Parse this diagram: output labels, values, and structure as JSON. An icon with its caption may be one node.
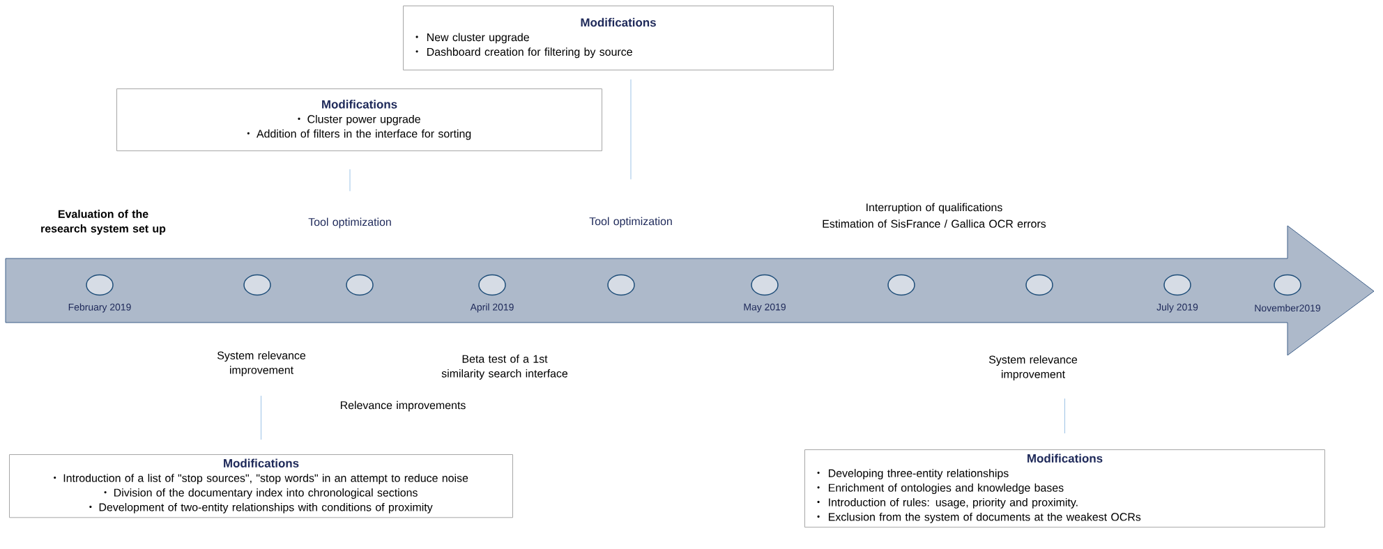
{
  "diagram": {
    "nodes": [
      {
        "text": [
          "Modifications",
          "New cluster upgrade",
          "Dashboard creation for filtering by source"
        ]
      },
      {
        "text": [
          "Modifications",
          "Cluster power upgrade",
          "Addition of filters in the interface for sorting"
        ]
      },
      {
        "text": [
          "Tool optimization"
        ]
      },
      {
        "text": [
          "Tool optimization"
        ]
      },
      {
        "text": [],
        "shape": "circle",
        "beside": [
          "February 2019"
        ]
      },
      {
        "text": [],
        "shape": "circle"
      },
      {
        "text": [],
        "shape": "circle"
      },
      {
        "text": [],
        "shape": "circle",
        "beside": [
          "April 2019"
        ]
      },
      {
        "text": [],
        "shape": "circle"
      },
      {
        "text": [],
        "shape": "circle",
        "beside": [
          "May 2019"
        ]
      },
      {
        "text": [],
        "shape": "circle"
      },
      {
        "text": [],
        "shape": "circle"
      },
      {
        "text": [],
        "shape": "circle",
        "beside": [
          "July 2019"
        ]
      },
      {
        "text": [],
        "shape": "circle",
        "beside": [
          "November2019"
        ]
      },
      {
        "text": [
          "System relevance improvement"
        ]
      },
      {
        "text": [
          "System relevance improvement"
        ]
      },
      {
        "text": [
          "Modifications",
          "Introduction of a list of \"stop sources\", \"stop words\" in an attempt to reduce noise",
          "Division of the documentary index into chronological sections",
          "Development of two-entity relationships with conditions of proximity"
        ]
      },
      {
        "text": [
          "Modifications",
          "Developing three-entity relationships",
          "Enrichment of ontologies and knowledge bases",
          "Introduction of rules: usage, priority and proximity.",
          "Exclusion from the system of documents at the weakest OCRs"
        ]
      }
    ],
    "edges": [
      {
        "from": 1,
        "to": 2,
        "arrow": "none"
      },
      {
        "from": 0,
        "to": 3,
        "arrow": "none"
      },
      {
        "from": 14,
        "to": 16,
        "arrow": "none"
      },
      {
        "from": 15,
        "to": 17,
        "arrow": "none"
      }
    ],
    "labels": [
      "Evaluation of the research system set up",
      "Interruption of qualifications",
      "Estimation of SisFrance / Gallica OCR errors",
      "Beta test of a 1st similarity search interface",
      "Relevance improvements"
    ]
  }
}
